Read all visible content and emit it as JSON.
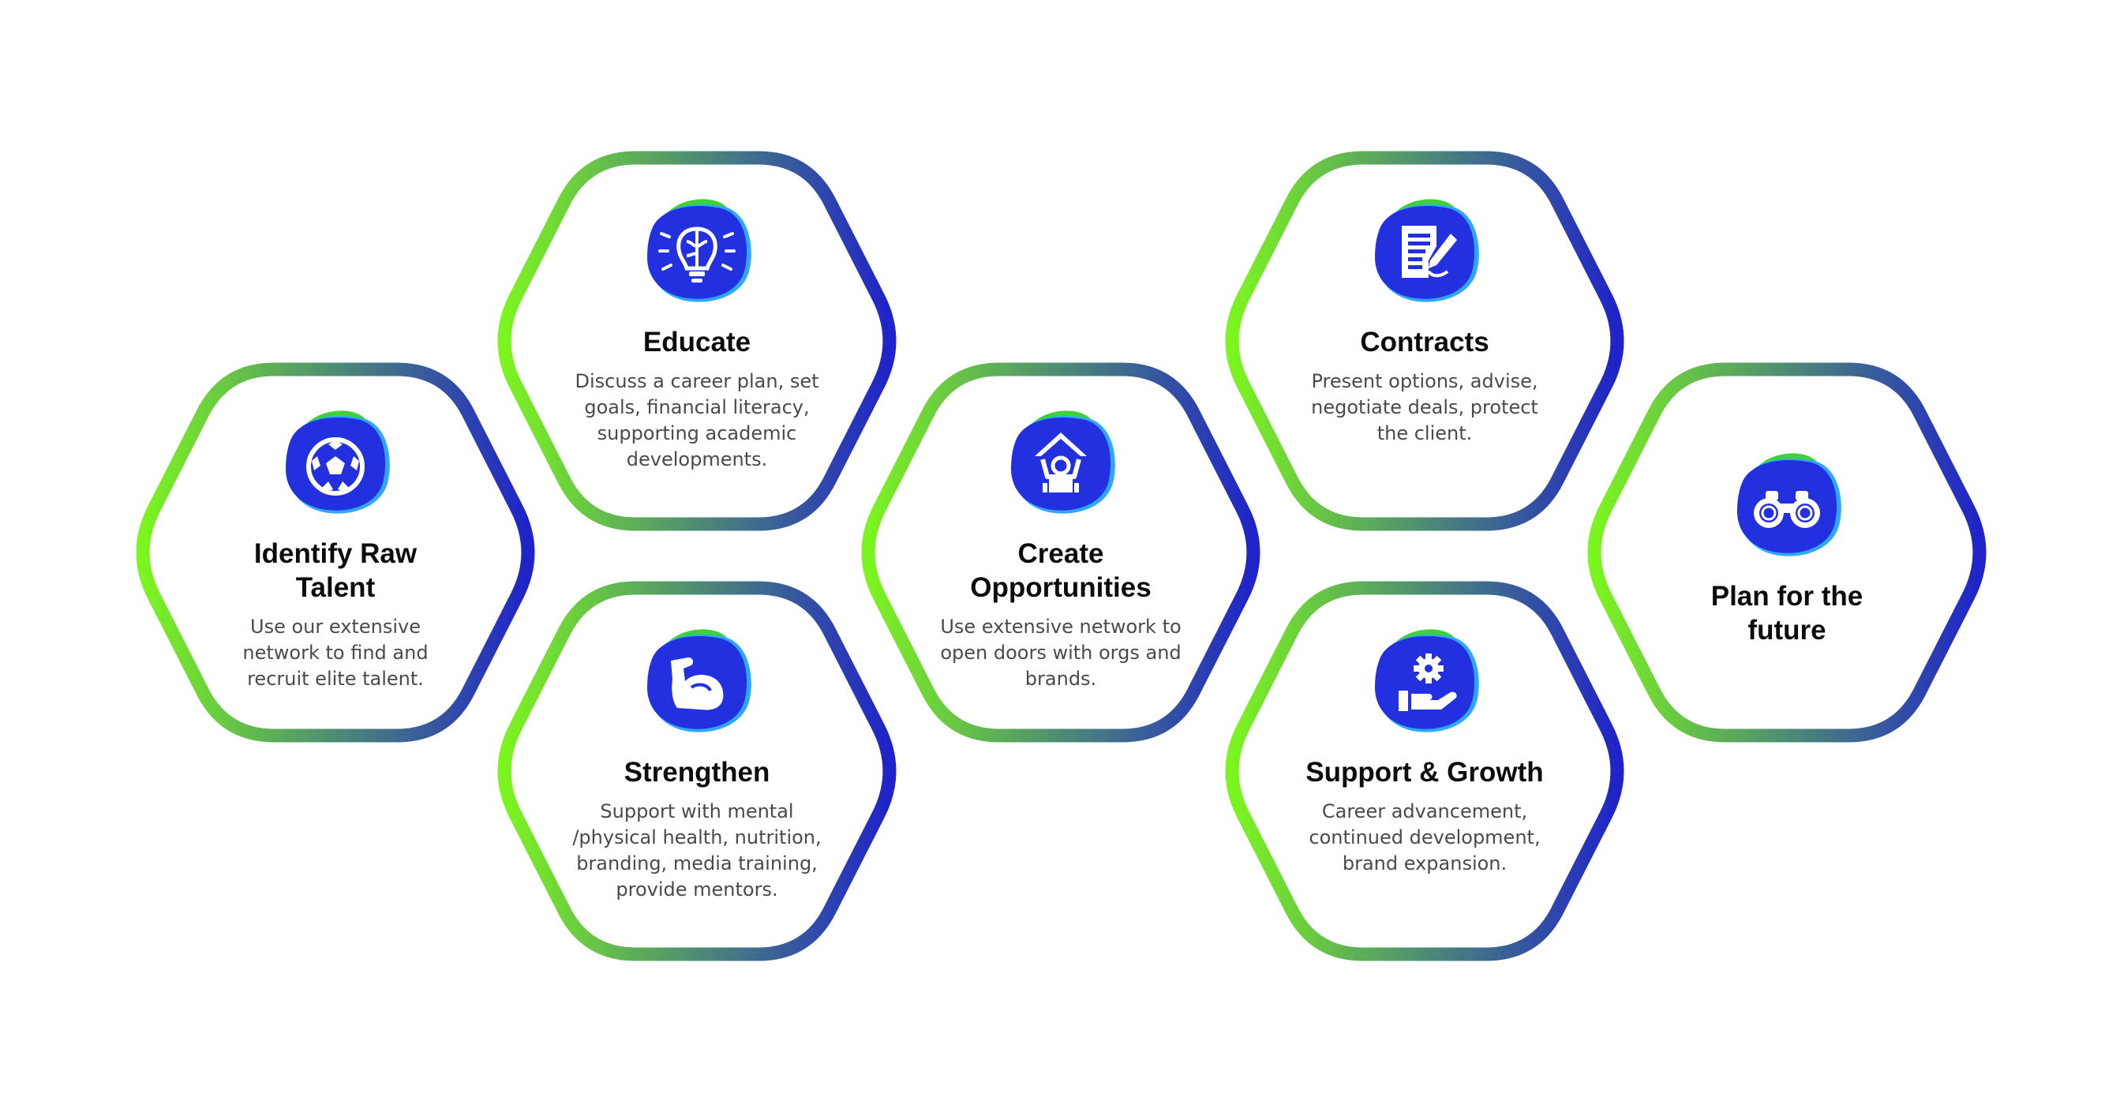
{
  "colors": {
    "gradient_start": "#7CF51F",
    "gradient_end": "#1F23C9",
    "icon_fill": "#2330E0",
    "icon_green": "#3FD13A",
    "icon_blue_edge": "#2EA8FF",
    "icon_glyph": "#ffffff"
  },
  "steps": [
    {
      "id": "identify",
      "title": "Identify Raw\nTalent",
      "desc": "Use our extensive\nnetwork to find and\nrecruit elite talent.",
      "icon": "soccer-ball-icon"
    },
    {
      "id": "educate",
      "title": "Educate",
      "desc": "Discuss a career plan, set\ngoals, financial literacy,\nsupporting academic\ndevelopments.",
      "icon": "brain-bulb-icon"
    },
    {
      "id": "strengthen",
      "title": "Strengthen",
      "desc": "Support with mental\n/physical health, nutrition,\nbranding, media training,\nprovide mentors.",
      "icon": "flexed-arm-icon"
    },
    {
      "id": "opportunities",
      "title": "Create\nOpportunities",
      "desc": "Use extensive network to\nopen doors with orgs and\nbrands.",
      "icon": "house-person-icon"
    },
    {
      "id": "contracts",
      "title": "Contracts",
      "desc": "Present options, advise,\nnegotiate deals, protect\nthe client.",
      "icon": "contract-pen-icon"
    },
    {
      "id": "support",
      "title": "Support & Growth",
      "desc": "Career advancement,\ncontinued development,\nbrand expansion.",
      "icon": "hand-gear-icon"
    },
    {
      "id": "future",
      "title": "Plan for the\nfuture",
      "desc": "",
      "icon": "binoculars-icon"
    }
  ]
}
